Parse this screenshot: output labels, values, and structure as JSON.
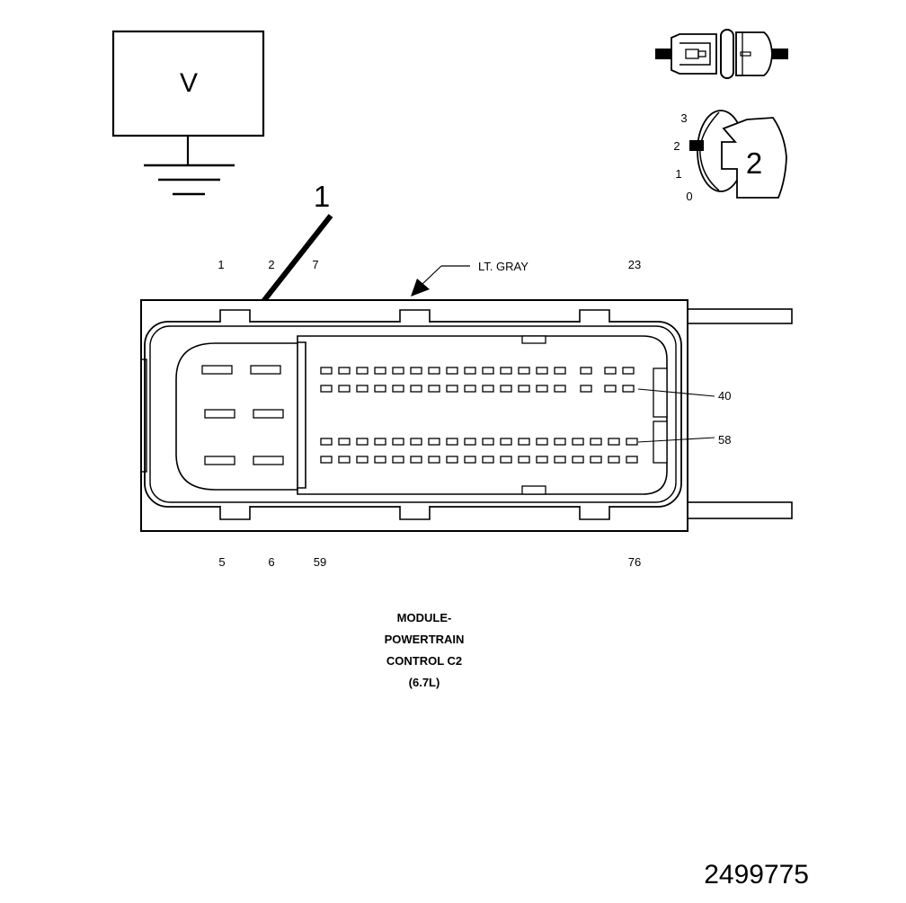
{
  "meter": {
    "symbol": "V"
  },
  "callout": {
    "number": "1"
  },
  "key_icon": {
    "positions": [
      "3",
      "2",
      "1",
      "0"
    ],
    "label": "2"
  },
  "connector": {
    "color_label": "LT. GRAY",
    "pin_labels_top": [
      "1",
      "2",
      "7",
      "23"
    ],
    "pin_labels_bottom": [
      "5",
      "6",
      "59",
      "76"
    ],
    "pin_label_40": "40",
    "pin_label_58": "58",
    "title_lines": [
      "MODULE-",
      "POWERTRAIN",
      "CONTROL C2",
      "(6.7L)"
    ]
  },
  "figure_number": "2499775"
}
